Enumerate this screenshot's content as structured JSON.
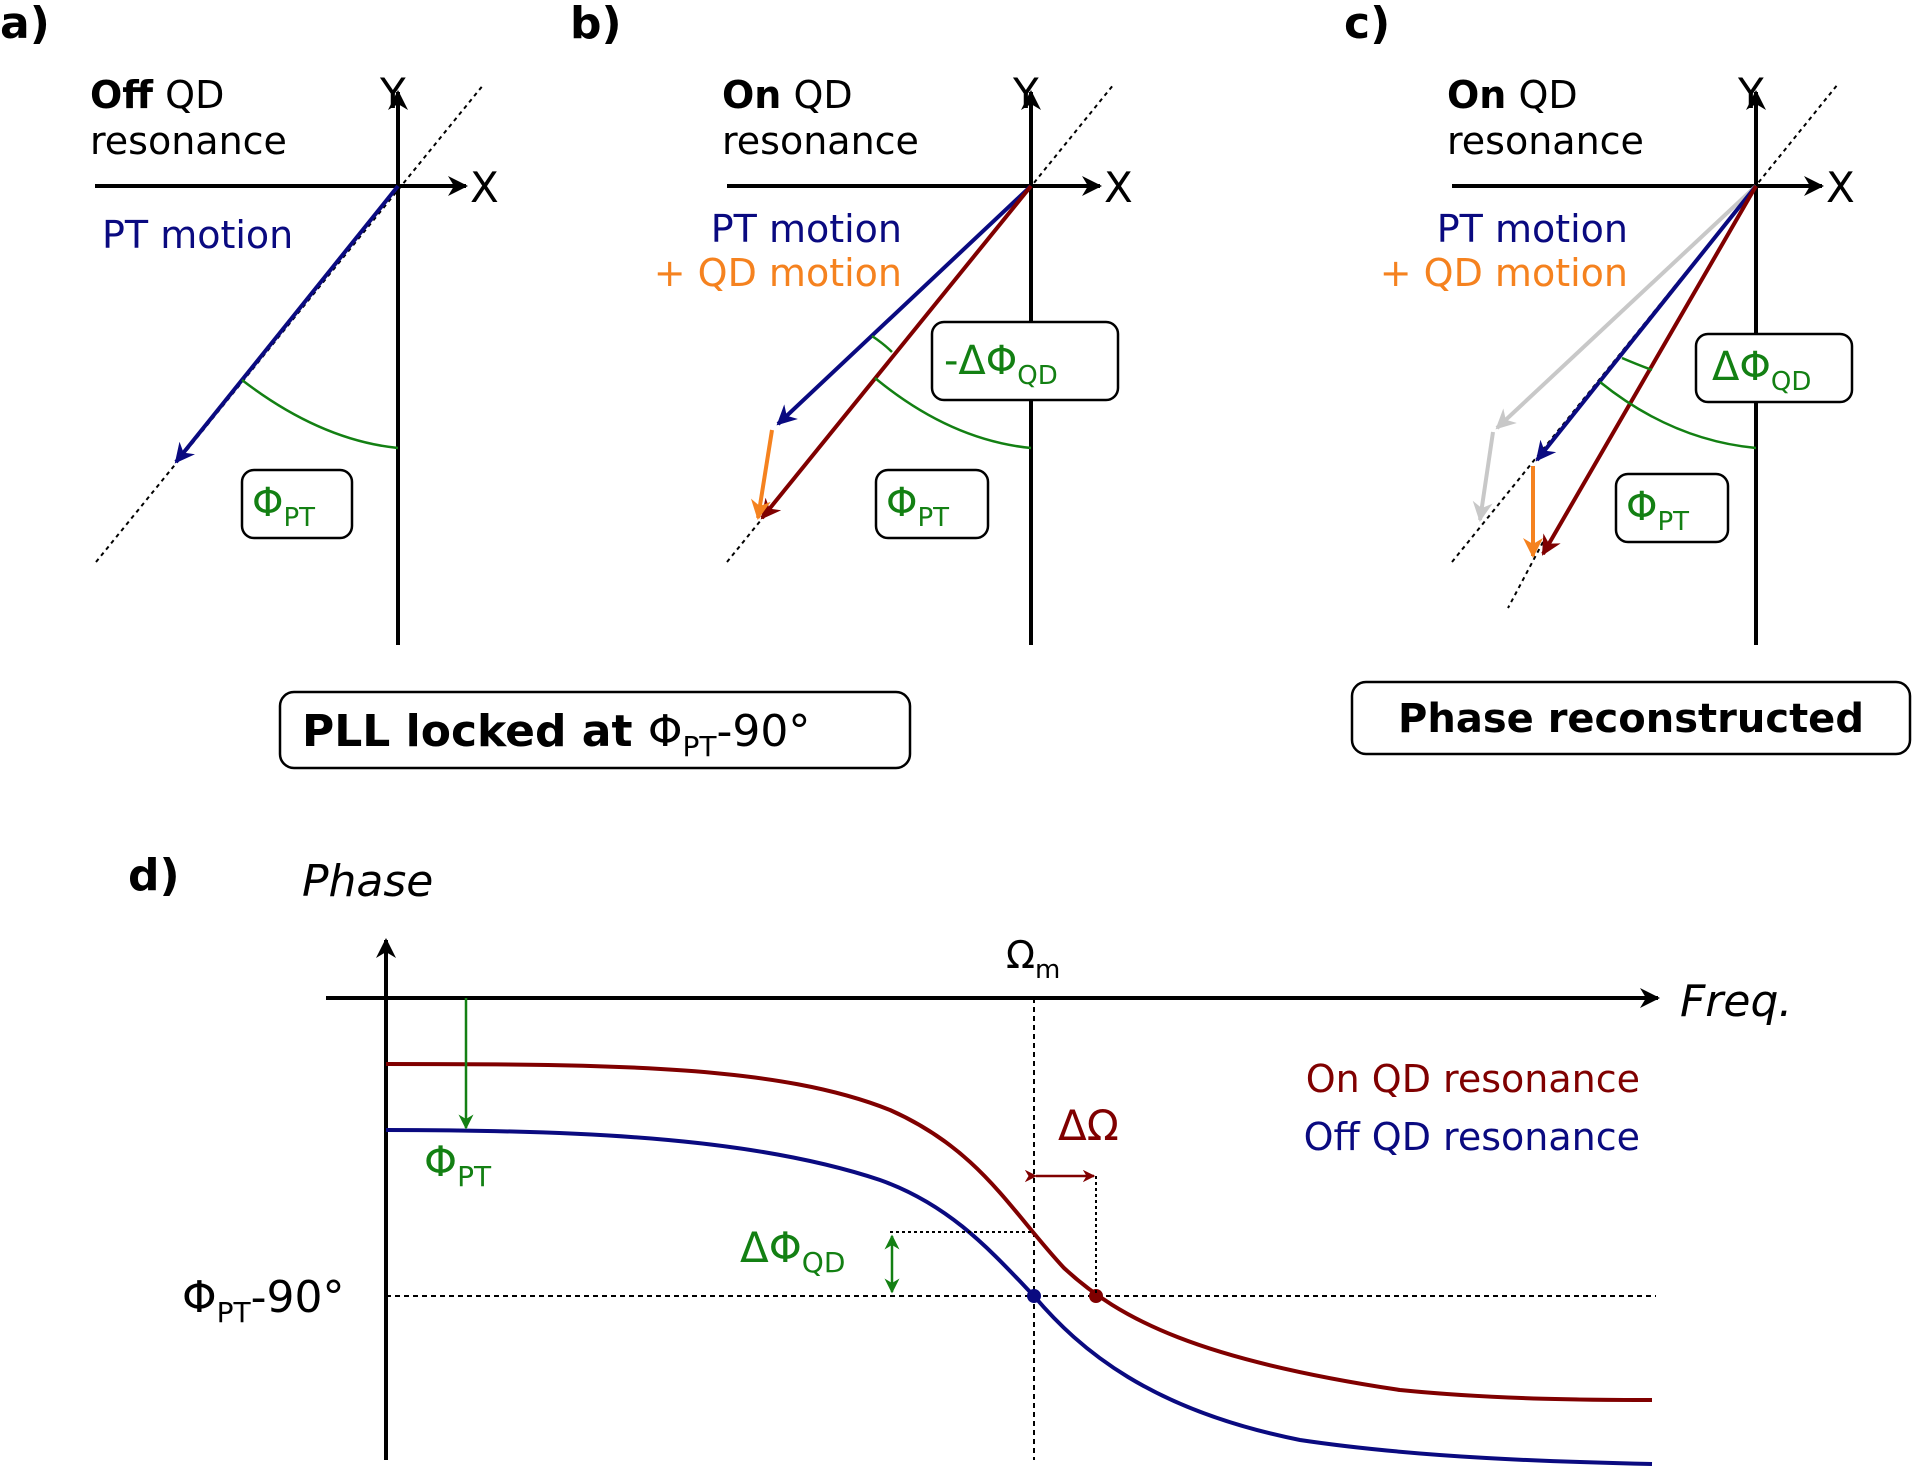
{
  "colors": {
    "black": "#000000",
    "blue": "#0a0a80",
    "darkred": "#800000",
    "orange": "#f5821f",
    "green": "#138013",
    "gray": "#c8c8c8"
  },
  "panels": {
    "a": {
      "label": "a)",
      "title_bold": "Off",
      "title_rest": " QD",
      "title_line2": "resonance",
      "axis_x": "X",
      "axis_y": "Y",
      "pt_motion": "PT motion",
      "phi_main": "Φ",
      "phi_sub": "PT"
    },
    "b": {
      "label": "b)",
      "title_bold": "On",
      "title_rest": " QD",
      "title_line2": "resonance",
      "axis_x": "X",
      "axis_y": "Y",
      "pt_motion": "PT motion",
      "qd_motion": "+ QD motion",
      "dphi_main": "-ΔΦ",
      "dphi_sub": "QD",
      "phi_main": "Φ",
      "phi_sub": "PT"
    },
    "c": {
      "label": "c)",
      "title_bold": "On",
      "title_rest": " QD",
      "title_line2": "resonance",
      "axis_x": "X",
      "axis_y": "Y",
      "pt_motion": "PT motion",
      "qd_motion": "+ QD motion",
      "dphi_main": "ΔΦ",
      "dphi_sub": "QD",
      "phi_main": "Φ",
      "phi_sub": "PT"
    },
    "d": {
      "label": "d)",
      "y_axis": "Phase",
      "x_axis": "Freq.",
      "omega_main": "Ω",
      "omega_sub": "m",
      "legend_on": "On QD resonance",
      "legend_off": "Off QD resonance",
      "delta_omega": "ΔΩ",
      "phi_main": "Φ",
      "phi_sub": "PT",
      "dphi_main": "ΔΦ",
      "dphi_sub": "QD",
      "level_main": "Φ",
      "level_sub": "PT",
      "level_rest": "-90°"
    }
  },
  "boxes": {
    "pll_bold": "PLL locked at ",
    "pll_phi": "Φ",
    "pll_sub": "PT",
    "pll_rest": "-90°",
    "phase_reconstructed": "Phase reconstructed"
  }
}
